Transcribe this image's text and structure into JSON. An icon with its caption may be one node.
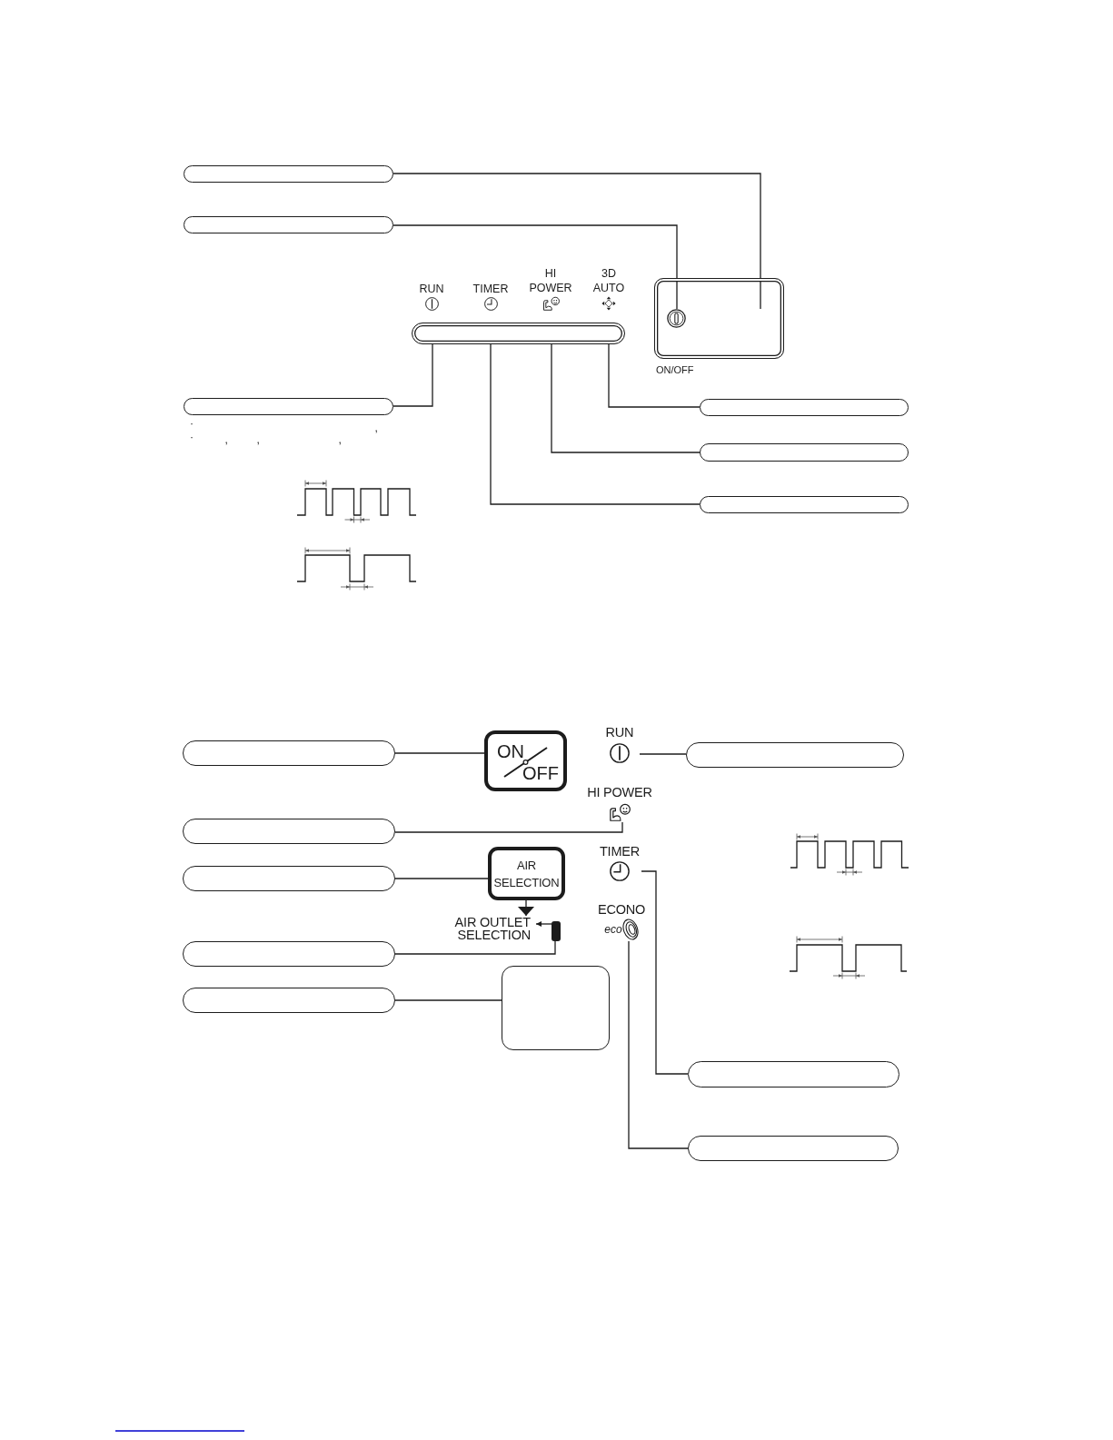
{
  "diagram": {
    "nodes": [
      {
        "text": [],
        "shape": "box"
      },
      {
        "text": [],
        "shape": "box"
      },
      {
        "text": [],
        "shape": "bar"
      },
      {
        "text": [],
        "shape": "box"
      },
      {
        "text": [],
        "shape": "circle",
        "in": 3
      },
      {
        "text": [],
        "shape": "box"
      },
      {
        "text": [],
        "shape": "box"
      },
      {
        "text": [],
        "shape": "box"
      },
      {
        "text": [],
        "shape": "box"
      },
      {
        "text": [],
        "shape": "box"
      },
      {
        "text": [
          "ON",
          "OFF"
        ]
      },
      {
        "text": [
          "RUN"
        ]
      },
      {
        "text": [],
        "shape": "box"
      },
      {
        "text": [
          "HI POWER"
        ]
      },
      {
        "text": [],
        "shape": "box"
      },
      {
        "text": [],
        "shape": "box"
      },
      {
        "text": [
          "AIR SELECTION"
        ]
      },
      {
        "text": [
          "TIMER"
        ]
      },
      {
        "text": [
          "ECONO",
          "eco"
        ]
      },
      {
        "text": [
          "AIR OUTLET SELECTION"
        ]
      },
      {
        "text": [],
        "shape": "bar"
      },
      {
        "text": [],
        "shape": "box"
      },
      {
        "text": [],
        "shape": "box"
      },
      {
        "text": [],
        "shape": "box"
      },
      {
        "text": [],
        "shape": "box"
      },
      {
        "text": [],
        "shape": "box"
      }
    ],
    "edges": [
      {
        "from": 0,
        "to": null,
        "arrow": "none"
      },
      {
        "from": 1,
        "to": 4,
        "arrow": "none"
      },
      {
        "from": 5,
        "to": 2,
        "arrow": "none"
      },
      {
        "from": 6,
        "to": 2,
        "arrow": "none"
      },
      {
        "from": 7,
        "to": 2,
        "arrow": "none"
      },
      {
        "from": 8,
        "to": 2,
        "arrow": "none"
      },
      {
        "from": 9,
        "to": 10,
        "arrow": "none"
      },
      {
        "from": 12,
        "to": 11,
        "arrow": "none"
      },
      {
        "from": 14,
        "to": 13,
        "arrow": "none"
      },
      {
        "from": 15,
        "to": 16,
        "arrow": "none"
      },
      {
        "from": 16,
        "to": 19,
        "arrow": "to"
      },
      {
        "from": 20,
        "to": 19,
        "arrow": "to"
      },
      {
        "from": 21,
        "to": 20,
        "arrow": "none"
      },
      {
        "from": 22,
        "to": 23,
        "arrow": "none"
      },
      {
        "from": 24,
        "to": 17,
        "arrow": "none"
      },
      {
        "from": 25,
        "to": 18,
        "arrow": "none"
      }
    ],
    "labels": [
      "RUN",
      "TIMER",
      "HI POWER",
      "3D AUTO",
      "ON/OFF",
      "·",
      ",",
      "·",
      ",",
      ",",
      ","
    ]
  }
}
